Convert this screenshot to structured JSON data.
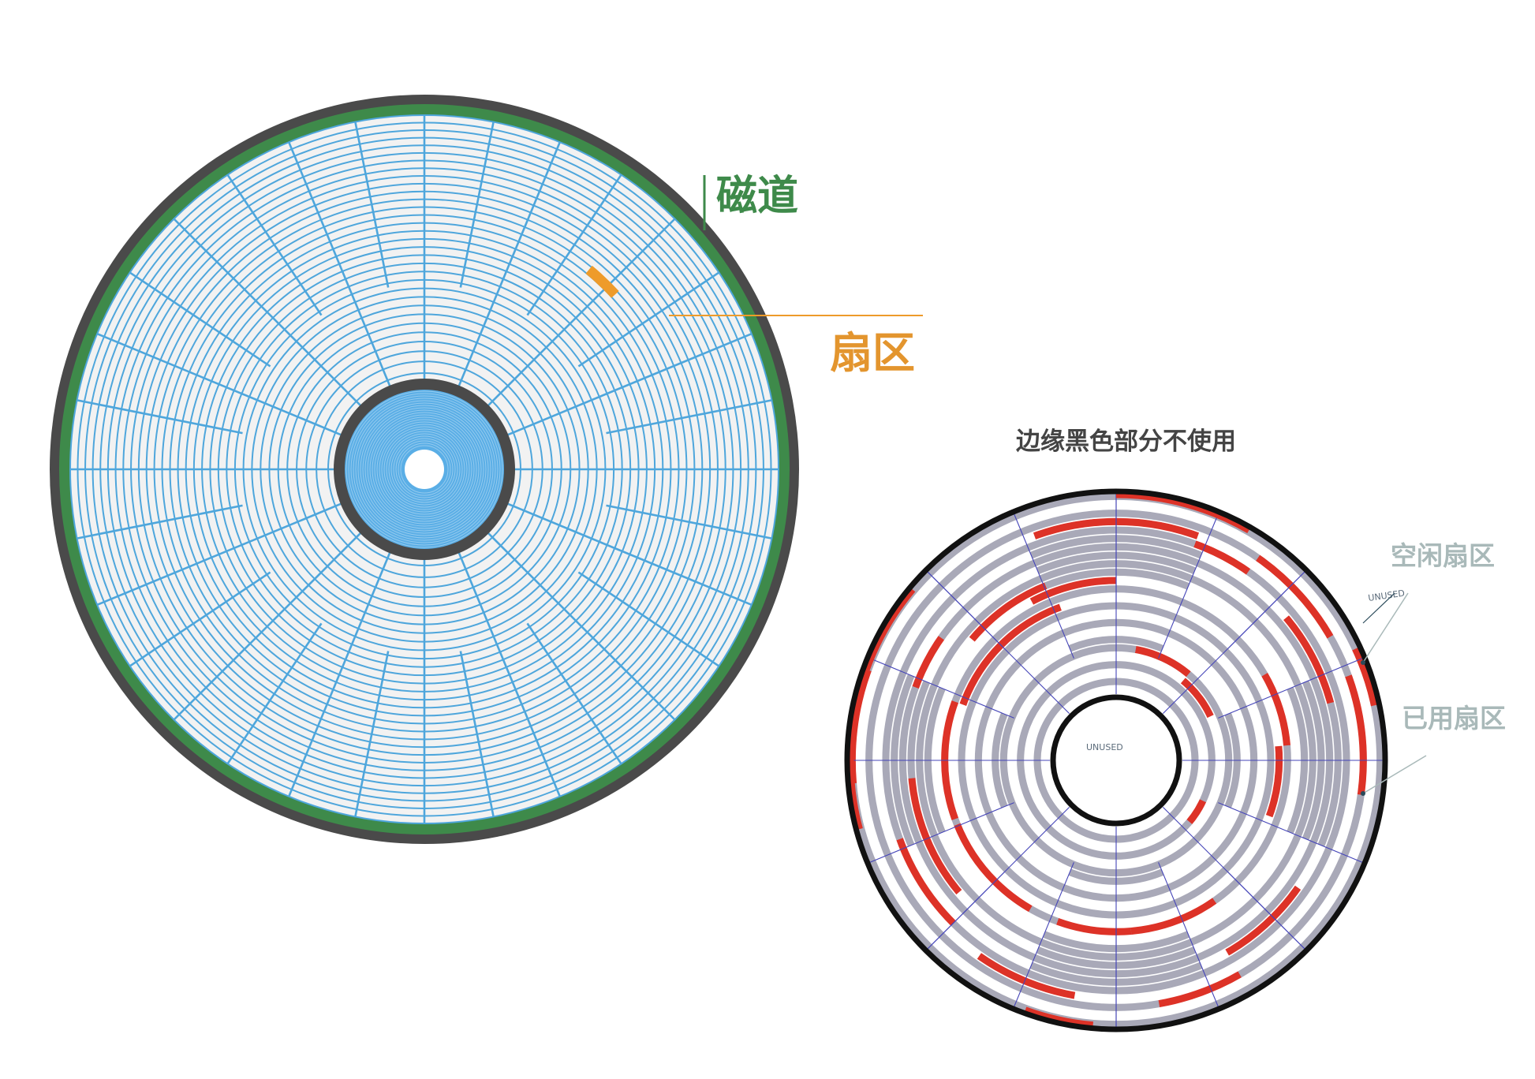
{
  "disk1": {
    "labels": {
      "track": "磁道",
      "sector": "扇区"
    },
    "colors": {
      "platter": "#f2f2f2",
      "grid": "#4ea6dc",
      "track_ring": "#3e8a4a",
      "rim": "#4a4a4a",
      "hub": "#5aaee6",
      "sector": "#ee9b2a",
      "track_label": "#3e8a4a",
      "sector_label": "#e3952e"
    }
  },
  "disk2": {
    "title": "边缘黑色部分不使用",
    "labels": {
      "free": "空闲扇区",
      "used": "已用扇区",
      "unused": "UNUSED"
    },
    "colors": {
      "grid": "#4444b8",
      "used_fill": "#dd3227",
      "gray": "#a9a9b8",
      "rim": "#111111",
      "label": "#a9b9b9",
      "title": "#444444"
    }
  }
}
